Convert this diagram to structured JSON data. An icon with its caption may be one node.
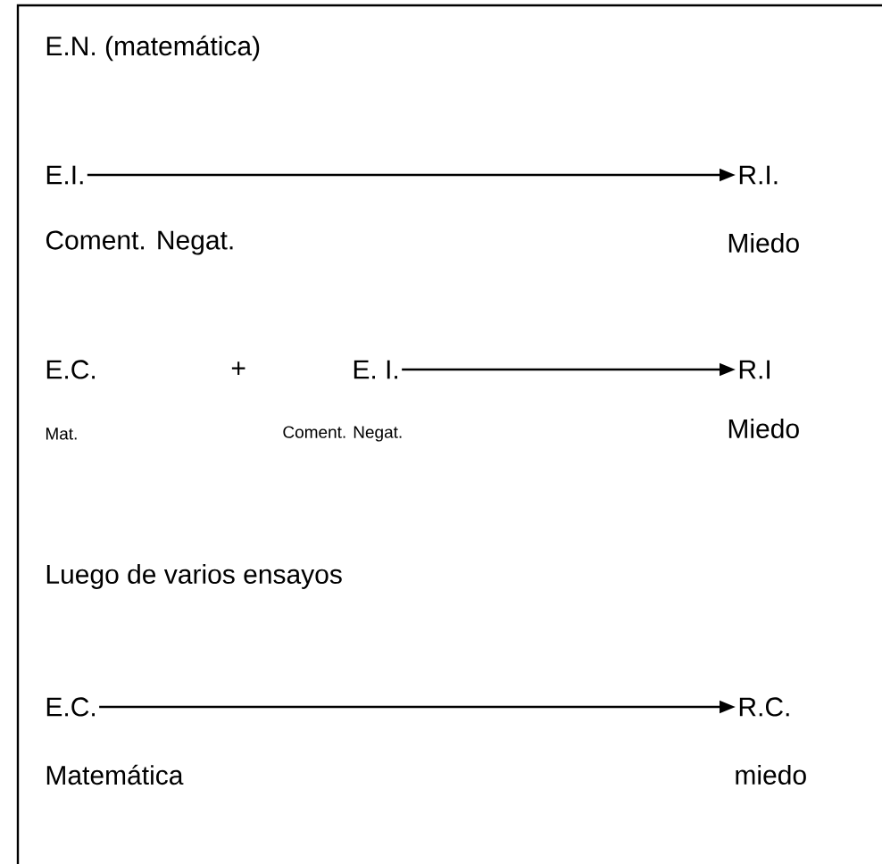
{
  "diagram": {
    "nodes": [
      {
        "text": [
          "E.I."
        ],
        "beside": [
          "Coment. Negat."
        ]
      },
      {
        "text": [
          "R.I."
        ],
        "beside": [
          "Miedo"
        ]
      },
      {
        "text": [
          "E.C."
        ],
        "beside": [
          "Mat."
        ]
      },
      {
        "text": [
          "E. I."
        ],
        "beside": [
          "Coment. Negat."
        ]
      },
      {
        "text": [
          "R.I"
        ],
        "beside": [
          "Miedo"
        ]
      },
      {
        "text": [
          "E.C."
        ],
        "beside": [
          "Matemática"
        ]
      },
      {
        "text": [
          "R.C."
        ],
        "beside": [
          "miedo"
        ]
      }
    ],
    "edges": [
      {
        "from": 0,
        "to": 1,
        "arrow": "to"
      },
      {
        "from": 3,
        "to": 4,
        "arrow": "to"
      },
      {
        "from": 5,
        "to": 6,
        "arrow": "to"
      }
    ],
    "labels": [
      "E.N.   (matemática)",
      "+",
      "Luego de varios ensayos"
    ]
  }
}
